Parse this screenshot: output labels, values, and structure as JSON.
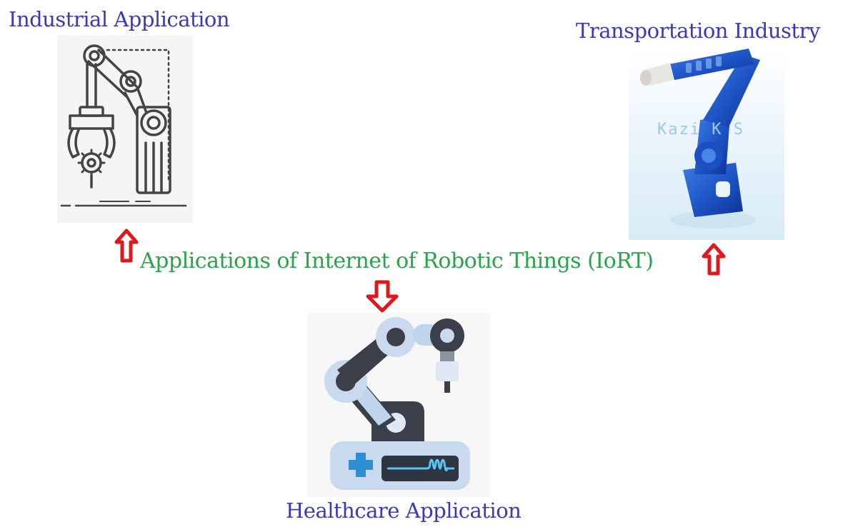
{
  "labels": {
    "industrial": "Industrial Application",
    "transportation": "Transportation  Industry",
    "center": "Applications of  Internet of Robotic Things (IoRT)",
    "healthcare": "Healthcare Application",
    "watermark": "Kazi K S"
  },
  "colors": {
    "side_label": "#3a3ab8",
    "center_label": "#2aa34a",
    "arrow": "#e0181e",
    "watermark": "#9cc9e4"
  },
  "icons": {
    "industrial": "industrial-robot-arm-outline",
    "transportation": "blue-industrial-robot-photo",
    "healthcare": "medical-robot-arm",
    "arrow_up": "arrow-up-outline",
    "arrow_down": "arrow-down-outline"
  }
}
